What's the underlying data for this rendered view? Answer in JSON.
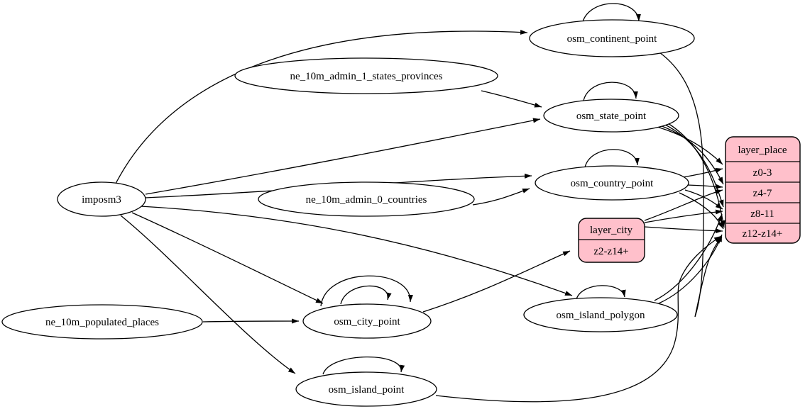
{
  "diagram": {
    "type": "graphviz-etl",
    "colors": {
      "background": "#ffffff",
      "node_fill": "#ffffff",
      "record_fill": "#ffc0cb",
      "stroke": "#000000"
    },
    "nodes": [
      {
        "id": "imposm3",
        "label": "imposm3",
        "shape": "ellipse"
      },
      {
        "id": "ne_10m_admin_1_states_provinces",
        "label": "ne_10m_admin_1_states_provinces",
        "shape": "ellipse"
      },
      {
        "id": "ne_10m_admin_0_countries",
        "label": "ne_10m_admin_0_countries",
        "shape": "ellipse"
      },
      {
        "id": "ne_10m_populated_places",
        "label": "ne_10m_populated_places",
        "shape": "ellipse"
      },
      {
        "id": "osm_continent_point",
        "label": "osm_continent_point",
        "shape": "ellipse"
      },
      {
        "id": "osm_state_point",
        "label": "osm_state_point",
        "shape": "ellipse"
      },
      {
        "id": "osm_country_point",
        "label": "osm_country_point",
        "shape": "ellipse"
      },
      {
        "id": "osm_city_point",
        "label": "osm_city_point",
        "shape": "ellipse"
      },
      {
        "id": "osm_island_polygon",
        "label": "osm_island_polygon",
        "shape": "ellipse"
      },
      {
        "id": "osm_island_point",
        "label": "osm_island_point",
        "shape": "ellipse"
      }
    ],
    "records": [
      {
        "id": "layer_place",
        "title": "layer_place",
        "rows": [
          "z0-3",
          "z4-7",
          "z8-11",
          "z12-z14+"
        ]
      },
      {
        "id": "layer_city",
        "title": "layer_city",
        "rows": [
          "z2-z14+"
        ]
      }
    ],
    "edges": [
      {
        "from": "imposm3",
        "to": "osm_continent_point"
      },
      {
        "from": "imposm3",
        "to": "osm_state_point"
      },
      {
        "from": "imposm3",
        "to": "osm_country_point"
      },
      {
        "from": "imposm3",
        "to": "osm_city_point"
      },
      {
        "from": "imposm3",
        "to": "osm_island_polygon"
      },
      {
        "from": "imposm3",
        "to": "osm_island_point"
      },
      {
        "from": "ne_10m_admin_1_states_provinces",
        "to": "osm_state_point"
      },
      {
        "from": "ne_10m_admin_0_countries",
        "to": "osm_country_point"
      },
      {
        "from": "ne_10m_populated_places",
        "to": "osm_city_point"
      },
      {
        "from": "osm_continent_point",
        "to": "osm_continent_point",
        "self": true
      },
      {
        "from": "osm_state_point",
        "to": "osm_state_point",
        "self": true
      },
      {
        "from": "osm_country_point",
        "to": "osm_country_point",
        "self": true
      },
      {
        "from": "osm_city_point",
        "to": "osm_city_point",
        "self": true
      },
      {
        "from": "osm_city_point",
        "to": "osm_city_point",
        "self": true
      },
      {
        "from": "osm_island_polygon",
        "to": "osm_island_polygon",
        "self": true
      },
      {
        "from": "osm_island_point",
        "to": "osm_island_point",
        "self": true
      },
      {
        "from": "osm_state_point",
        "to": "layer_place:z0-3"
      },
      {
        "from": "osm_state_point",
        "to": "layer_place:z4-7"
      },
      {
        "from": "osm_state_point",
        "to": "layer_place:z8-11"
      },
      {
        "from": "osm_state_point",
        "to": "layer_place:z12-z14+"
      },
      {
        "from": "osm_country_point",
        "to": "layer_place:z0-3"
      },
      {
        "from": "osm_country_point",
        "to": "layer_place:z4-7"
      },
      {
        "from": "osm_country_point",
        "to": "layer_place:z8-11"
      },
      {
        "from": "osm_country_point",
        "to": "layer_place:z12-z14+"
      },
      {
        "from": "osm_continent_point",
        "to": "layer_place:z12-z14+"
      },
      {
        "from": "osm_city_point",
        "to": "layer_city:z2-z14+"
      },
      {
        "from": "layer_city",
        "to": "layer_place:z4-7"
      },
      {
        "from": "layer_city",
        "to": "layer_place:z8-11"
      },
      {
        "from": "layer_city",
        "to": "layer_place:z12-z14+"
      },
      {
        "from": "osm_island_polygon",
        "to": "layer_place:z8-11"
      },
      {
        "from": "osm_island_polygon",
        "to": "layer_place:z12-z14+"
      },
      {
        "from": "osm_island_point",
        "to": "layer_place:z12-z14+"
      }
    ]
  }
}
